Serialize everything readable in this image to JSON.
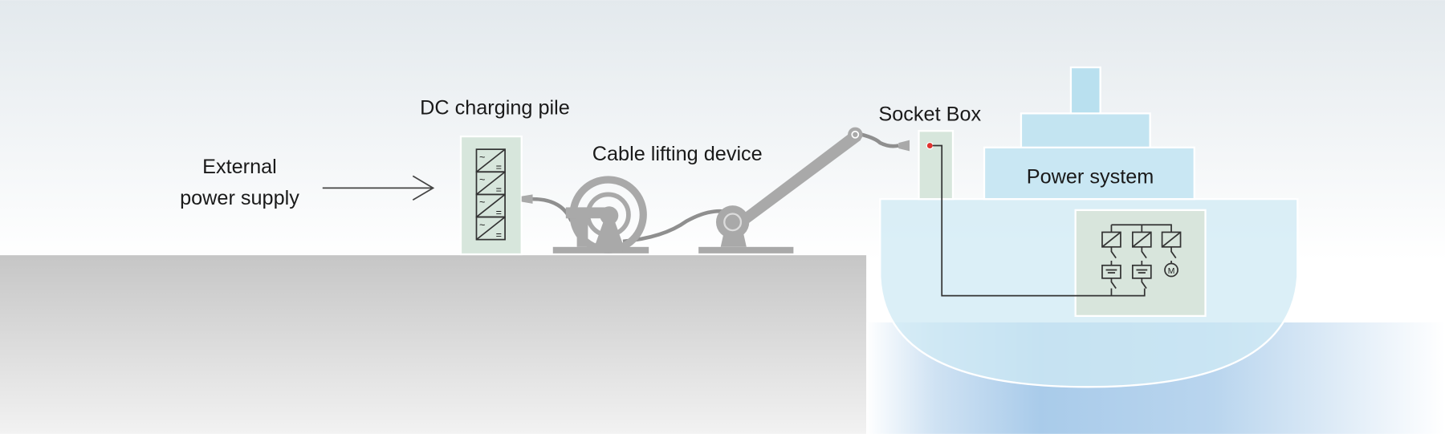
{
  "labels": {
    "external_line1": "External",
    "external_line2": "power supply",
    "dc_pile": "DC charging pile",
    "cable_lifting": "Cable lifting device",
    "socket_box": "Socket Box",
    "power_system": "Power system"
  },
  "symbols": {
    "ac": "~",
    "dc": "=",
    "motor": "M"
  },
  "colors": {
    "ground": "#c9c9c9",
    "equipment_gray": "#a9a9a9",
    "box_green": "#d7e6dc",
    "ship_blue": "#cfe9f4",
    "water_blue": "#a9cbea",
    "socket_dot": "#e0332f",
    "wire": "#333333"
  }
}
